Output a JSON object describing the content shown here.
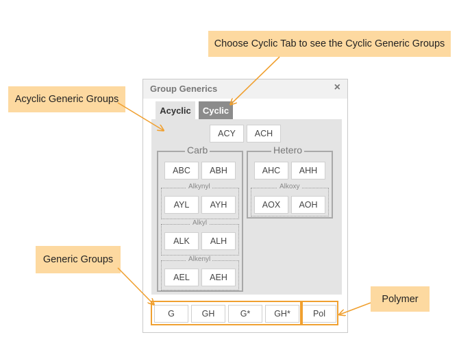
{
  "dialog": {
    "title": "Group Generics",
    "close": "×",
    "tabs": [
      {
        "label": "Acyclic",
        "active": true
      },
      {
        "label": "Cyclic",
        "active": false
      }
    ]
  },
  "top_buttons": [
    "ACY",
    "ACH"
  ],
  "carb": {
    "legend": "Carb",
    "main": [
      "ABC",
      "ABH"
    ],
    "subgroups": [
      {
        "legend": "Alkynyl",
        "buttons": [
          "AYL",
          "AYH"
        ]
      },
      {
        "legend": "Alkyl",
        "buttons": [
          "ALK",
          "ALH"
        ]
      },
      {
        "legend": "Alkenyl",
        "buttons": [
          "AEL",
          "AEH"
        ]
      }
    ]
  },
  "hetero": {
    "legend": "Hetero",
    "main": [
      "AHC",
      "AHH"
    ],
    "subgroups": [
      {
        "legend": "Alkoxy",
        "buttons": [
          "AOX",
          "AOH"
        ]
      }
    ]
  },
  "generic_buttons": [
    "G",
    "GH",
    "G*",
    "GH*"
  ],
  "polymer_button": "Pol",
  "callouts": {
    "cyclic_tab": "Choose Cyclic Tab to see the Cyclic Generic Groups",
    "acyclic": "Acyclic Generic Groups",
    "generic": "Generic Groups",
    "polymer": "Polymer"
  },
  "colors": {
    "accent": "#f0a030",
    "callout_bg": "#fdd9a0",
    "panel_bg": "#e4e4e4",
    "inactive_tab": "#8c8c8c"
  }
}
